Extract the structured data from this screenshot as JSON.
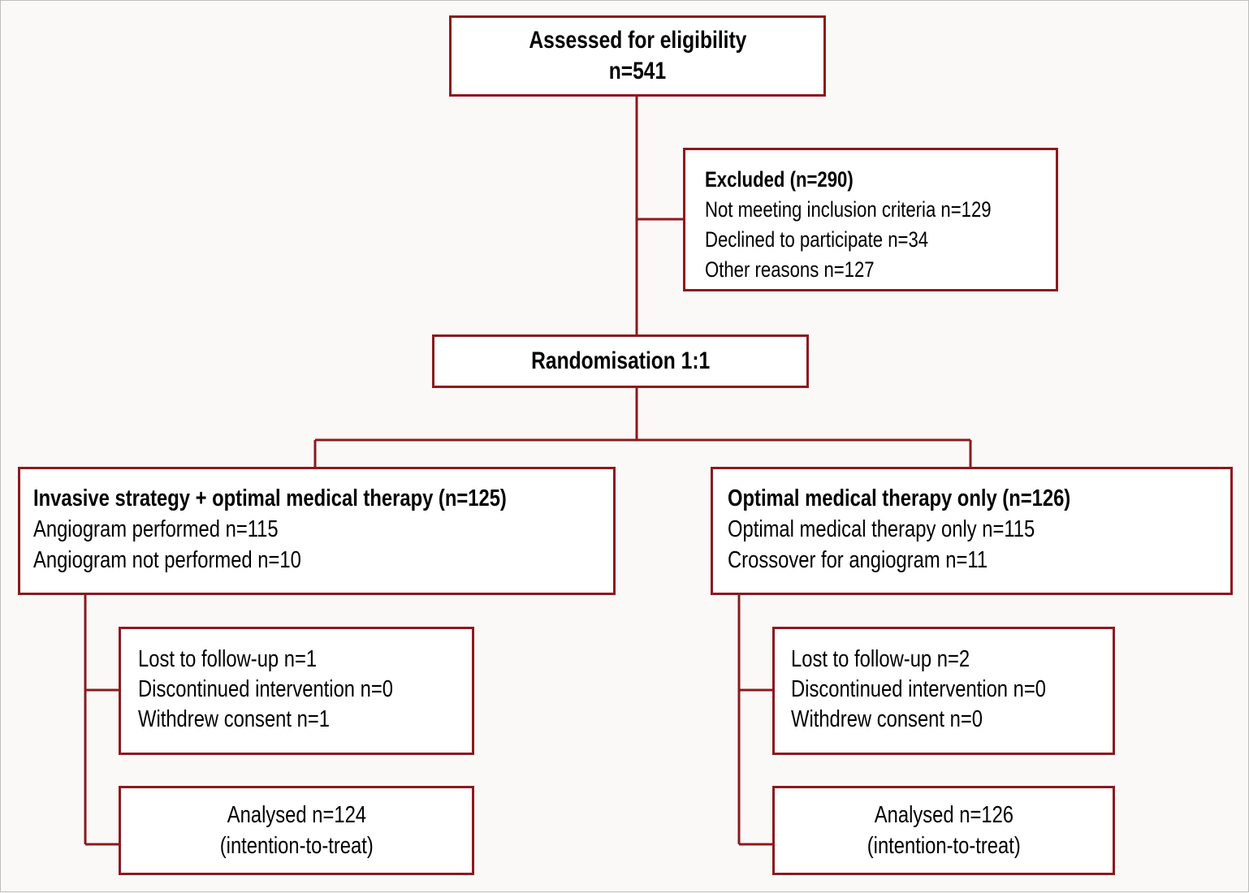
{
  "assessed": {
    "title": "Assessed for eligibility",
    "n": "n=541"
  },
  "excluded": {
    "title": "Excluded (n=290)",
    "items": [
      "Not meeting inclusion criteria n=129",
      "Declined to participate n=34",
      "Other reasons n=127"
    ]
  },
  "randomisation": {
    "label": "Randomisation 1:1"
  },
  "arms": {
    "invasive": {
      "title": "Invasive strategy + optimal medical therapy (n=125)",
      "items": [
        "Angiogram performed n=115",
        "Angiogram not performed n=10"
      ],
      "followup": [
        "Lost to follow-up n=1",
        "Discontinued intervention n=0",
        "Withdrew consent n=1"
      ],
      "analysed": [
        "Analysed n=124",
        "(intention-to-treat)"
      ]
    },
    "omt": {
      "title": "Optimal medical therapy only (n=126)",
      "items": [
        "Optimal medical therapy only n=115",
        "Crossover for angiogram n=11"
      ],
      "followup": [
        "Lost to follow-up n=2",
        "Discontinued intervention n=0",
        "Withdrew consent n=0"
      ],
      "analysed": [
        "Analysed n=126",
        "(intention-to-treat)"
      ]
    }
  },
  "colors": {
    "border": "#8b1a1f",
    "background": "#fbf9f7"
  }
}
